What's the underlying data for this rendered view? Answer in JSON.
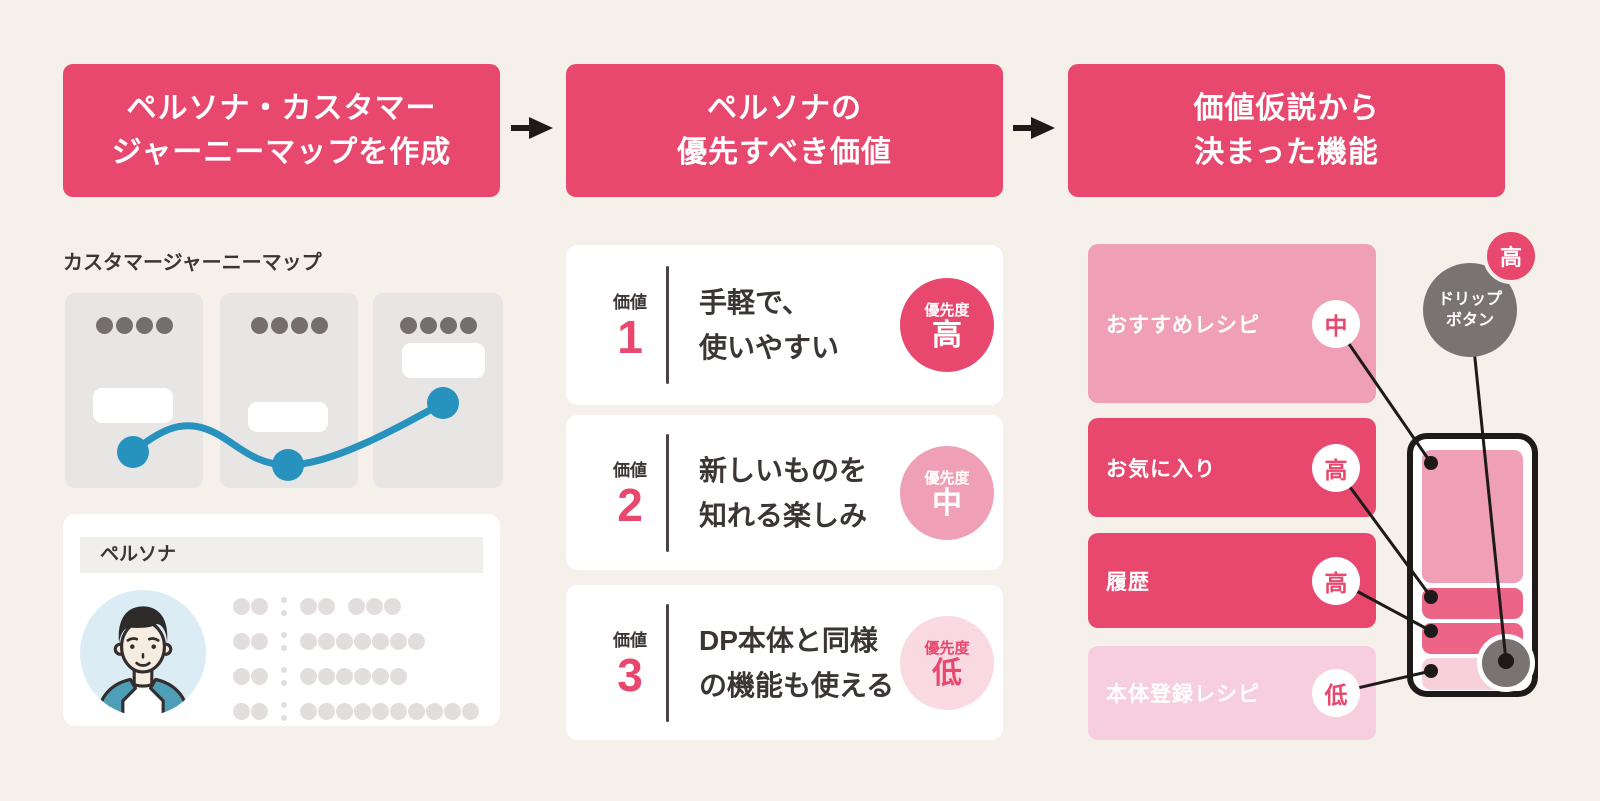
{
  "flow": {
    "steps": [
      {
        "line1": "ペルソナ・カスタマー",
        "line2": "ジャーニーマップを作成"
      },
      {
        "line1": "ペルソナの",
        "line2": "優先すべき価値"
      },
      {
        "line1": "価値仮説から",
        "line2": "決まった機能"
      }
    ]
  },
  "journey": {
    "label": "カスタマージャーニーマップ",
    "cards": [
      {
        "dots": 4
      },
      {
        "dots": 4
      },
      {
        "dots": 4
      }
    ]
  },
  "persona": {
    "header": "ペルソナ",
    "avatar": "man-avatar-illustration",
    "dot_rows": [
      [
        2,
        2,
        3
      ],
      [
        2,
        7
      ],
      [
        2,
        6
      ],
      [
        2,
        10
      ]
    ]
  },
  "values": [
    {
      "label": "価値",
      "number": "1",
      "line1": "手軽で、",
      "line2": "使いやすい",
      "priority_label": "優先度",
      "priority": "高",
      "level": "high"
    },
    {
      "label": "価値",
      "number": "2",
      "line1": "新しいものを",
      "line2": "知れる楽しみ",
      "priority_label": "優先度",
      "priority": "中",
      "level": "mid"
    },
    {
      "label": "価値",
      "number": "3",
      "line1": "DP本体と同様",
      "line2": "の機能も使える",
      "priority_label": "優先度",
      "priority": "低",
      "level": "low"
    }
  ],
  "features": [
    {
      "label": "おすすめレシピ",
      "badge": "中",
      "level": "mid"
    },
    {
      "label": "お気に入り",
      "badge": "高",
      "level": "high"
    },
    {
      "label": "履歴",
      "badge": "高",
      "level": "high"
    },
    {
      "label": "本体登録レシピ",
      "badge": "低",
      "level": "low"
    }
  ],
  "callout": {
    "line1": "ドリップ",
    "line2": "ボタン",
    "badge": "高"
  },
  "palette": {
    "background": "#f5f1ea",
    "crimson": "#e8486d",
    "pink_mid": "#efa0b6",
    "pink_light": "#f8d0dc",
    "pink_pale": "#f9d9e2",
    "phone_bar_pink": "#ec6486",
    "gray_dark": "#7a7373",
    "journey_blue": "#2792bd",
    "text_dark": "#3b3634",
    "line_black": "#1d1a19"
  }
}
